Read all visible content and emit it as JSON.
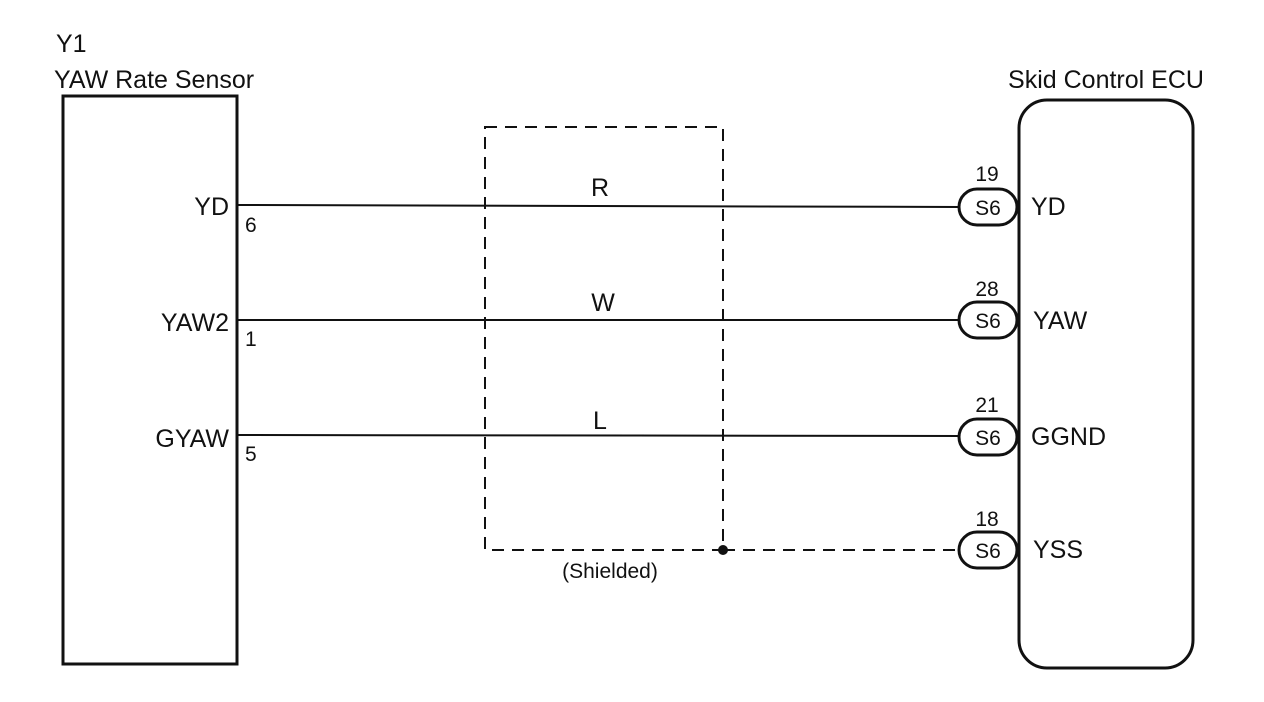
{
  "sensor": {
    "id": "Y1",
    "name": "YAW Rate Sensor",
    "pins": [
      {
        "signal": "YD",
        "number": "6"
      },
      {
        "signal": "YAW2",
        "number": "1"
      },
      {
        "signal": "GYAW",
        "number": "5"
      }
    ]
  },
  "ecu": {
    "name": "Skid Control ECU",
    "connector": "S6",
    "terminals": [
      {
        "pin": "19",
        "signal": "YD"
      },
      {
        "pin": "28",
        "signal": "YAW"
      },
      {
        "pin": "21",
        "signal": "GGND"
      },
      {
        "pin": "18",
        "signal": "YSS"
      }
    ]
  },
  "wires": [
    {
      "color": "R"
    },
    {
      "color": "W"
    },
    {
      "color": "L"
    }
  ],
  "shield": {
    "label": "(Shielded)"
  }
}
